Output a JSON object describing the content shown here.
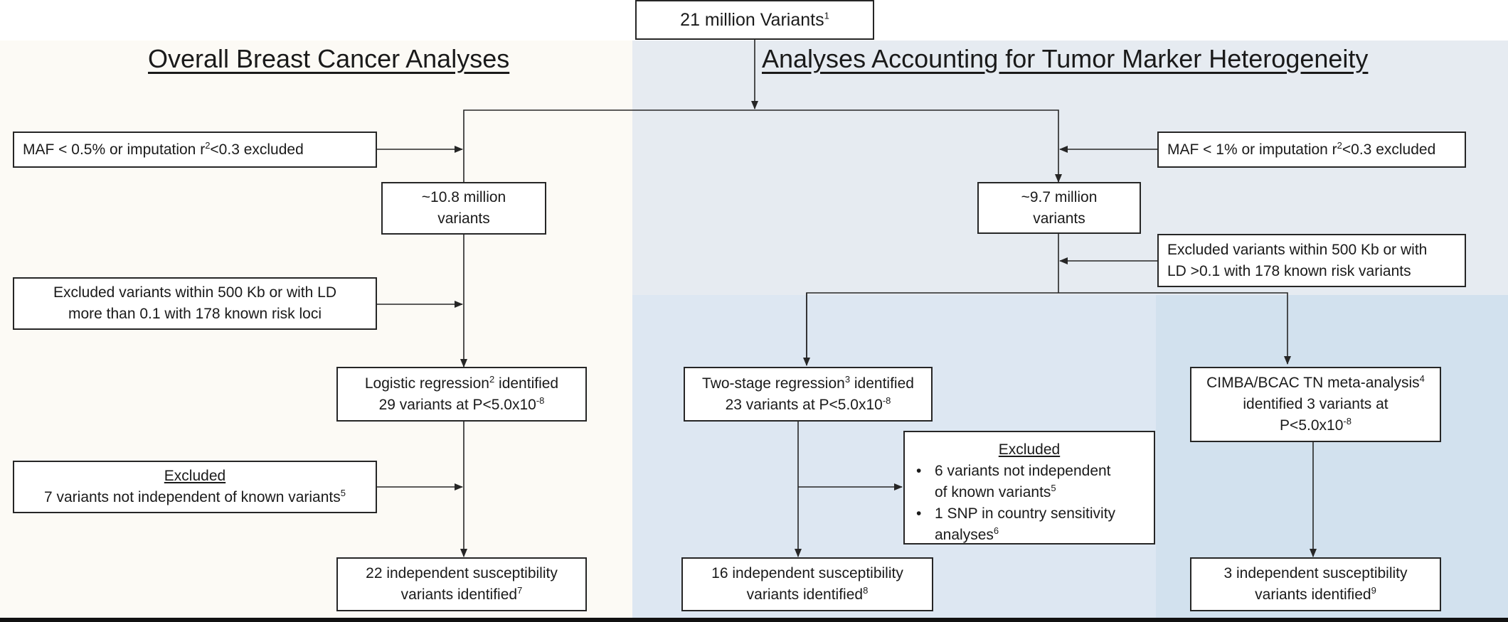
{
  "top_box": {
    "text": "21 million Variants",
    "sup": "1"
  },
  "left_heading": "Overall Breast Cancer Analyses",
  "right_heading": "Analyses Accounting for Tumor Marker Heterogeneity",
  "left": {
    "maf": {
      "pre": "MAF < 0.5% or imputation r",
      "sup": "2",
      "post": "<0.3 excluded"
    },
    "variants": {
      "line1": "~10.8 million",
      "line2": "variants"
    },
    "ld": {
      "line1": "Excluded variants within 500 Kb or with LD",
      "line2": "more than 0.1 with 178 known risk loci"
    },
    "logistic": {
      "line1_pre": "Logistic regression",
      "line1_sup": "2",
      "line1_post": " identified",
      "line2_pre": "29 variants at P<5.0x10",
      "line2_sup": "-8"
    },
    "excluded": {
      "title": "Excluded",
      "line": "7 variants not independent of known variants",
      "sup": "5"
    },
    "result": {
      "line1": "22 independent susceptibility",
      "line2": "variants identified",
      "sup": "7"
    }
  },
  "right": {
    "maf": {
      "pre": "MAF < 1% or imputation r",
      "sup": "2",
      "post": "<0.3 excluded"
    },
    "variants": {
      "line1": "~9.7 million",
      "line2": "variants"
    },
    "ld": {
      "line1": "Excluded variants within 500 Kb or with",
      "line2": "LD >0.1 with 178 known risk variants"
    },
    "two_stage": {
      "line1_pre": "Two-stage regression",
      "line1_sup": "3",
      "line1_post": " identified",
      "line2_pre": "23 variants at P<5.0x10",
      "line2_sup": "-8"
    },
    "excluded": {
      "title": "Excluded",
      "b1_line1": "6 variants not independent",
      "b1_line2": "of known variants",
      "b1_sup": "5",
      "b2_line1": "1 SNP in country sensitivity",
      "b2_line2": "analyses",
      "b2_sup": "6",
      "bullet": "•"
    },
    "result": {
      "line1": "16 independent susceptibility",
      "line2": "variants identified",
      "sup": "8"
    },
    "cimba": {
      "line1_pre": "CIMBA/BCAC TN meta-analysis",
      "line1_sup": "4",
      "line2": "identified 3 variants at",
      "line3_pre": "P<5.0x10",
      "line3_sup": "-8"
    },
    "cimba_result": {
      "line1": "3 independent susceptibility",
      "line2": "variants identified",
      "sup": "9"
    }
  },
  "colors": {
    "left_bg": "#fcfaf5",
    "right_top_bg": "#e6ebf1",
    "right_mid_bg": "#dde7f2",
    "right_far_bg": "#d2e1ee",
    "stroke": "#262626"
  }
}
